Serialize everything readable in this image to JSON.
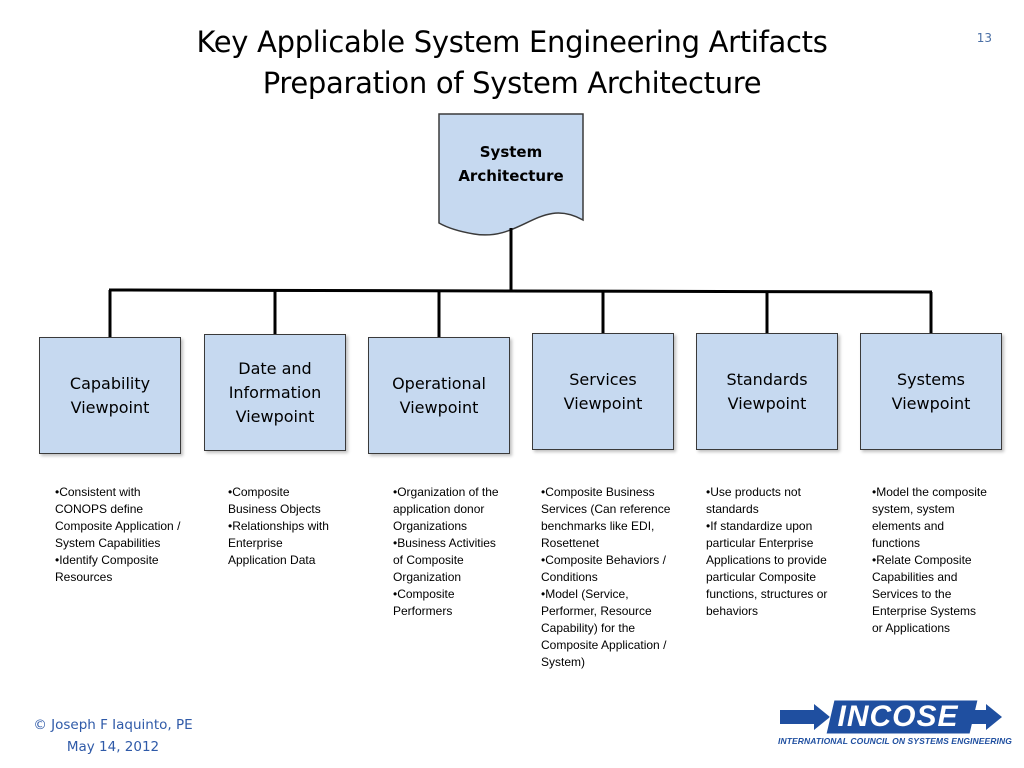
{
  "slide": {
    "title_line1": "Key Applicable System Engineering Artifacts",
    "title_line2": "Preparation of System Architecture",
    "page_number": "13"
  },
  "root": {
    "line1": "System",
    "line2": "Architecture"
  },
  "viewpoints": [
    {
      "label": "Capability Viewpoint",
      "notes": [
        "Consistent with CONOPS define Composite Application / System Capabilities",
        "Identify Composite Resources"
      ]
    },
    {
      "label": "Date and Information Viewpoint",
      "notes": [
        "Composite Business Objects",
        "Relationships with Enterprise Application Data"
      ]
    },
    {
      "label": "Operational Viewpoint",
      "notes": [
        "Organization of the application donor Organizations",
        "Business Activities of Composite Organization",
        "Composite Performers"
      ]
    },
    {
      "label": "Services Viewpoint",
      "notes": [
        "Composite Business Services (Can reference benchmarks like EDI, Rosettenet",
        "Composite Behaviors / Conditions",
        "Model (Service, Performer, Resource Capability) for the Composite Application / System)"
      ]
    },
    {
      "label": "Standards Viewpoint",
      "notes": [
        "Use products not standards",
        "If standardize upon particular Enterprise Applications to provide particular Composite functions, structures or behaviors"
      ]
    },
    {
      "label": "Systems Viewpoint",
      "notes": [
        "Model the composite system, system elements and functions",
        "Relate Composite Capabilities and Services to the Enterprise Systems or Applications"
      ]
    }
  ],
  "footer": {
    "copyright": "© Joseph F Iaquinto, PE",
    "date": "May 14, 2012"
  },
  "logo": {
    "name": "INCOSE",
    "tagline": "INTERNATIONAL COUNCIL ON SYSTEMS ENGINEERING",
    "color": "#1f4fa0"
  }
}
